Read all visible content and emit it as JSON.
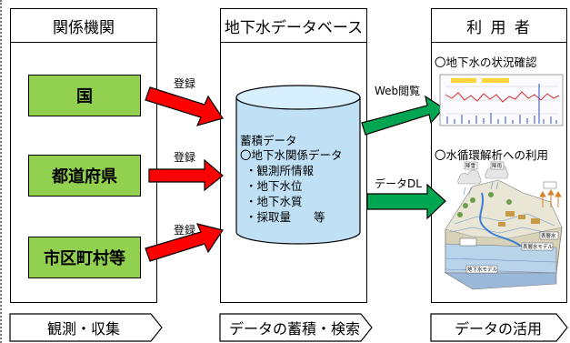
{
  "panels": {
    "left_title": "関係機関",
    "middle_title": "地下水データベース",
    "right_title": "利 用 者"
  },
  "agencies": [
    "国",
    "都道府県",
    "市区町村等"
  ],
  "register_label": "登録",
  "database": {
    "lines": [
      "蓄積データ",
      "〇地下水関係データ",
      "・観測所情報",
      "・地下水位",
      "・地下水質",
      "・採取量　　等"
    ]
  },
  "arrows": {
    "web_view": "Web閲覧",
    "data_dl": "データDL"
  },
  "users": {
    "item1": "〇地下水の状況確認",
    "item2": "〇水循環解析への利用",
    "model_labels": [
      "表層水モデル",
      "地下水モデル",
      "表層水"
    ],
    "weather_labels": [
      "降雪",
      "降雨"
    ]
  },
  "steps": {
    "left": "観測・収集",
    "middle": "データの蓄積・検索",
    "right": "データの活用"
  },
  "colors": {
    "green_box": "#92d050",
    "red_arrow": "#ff0000",
    "green_arrow": "#00a651"
  }
}
